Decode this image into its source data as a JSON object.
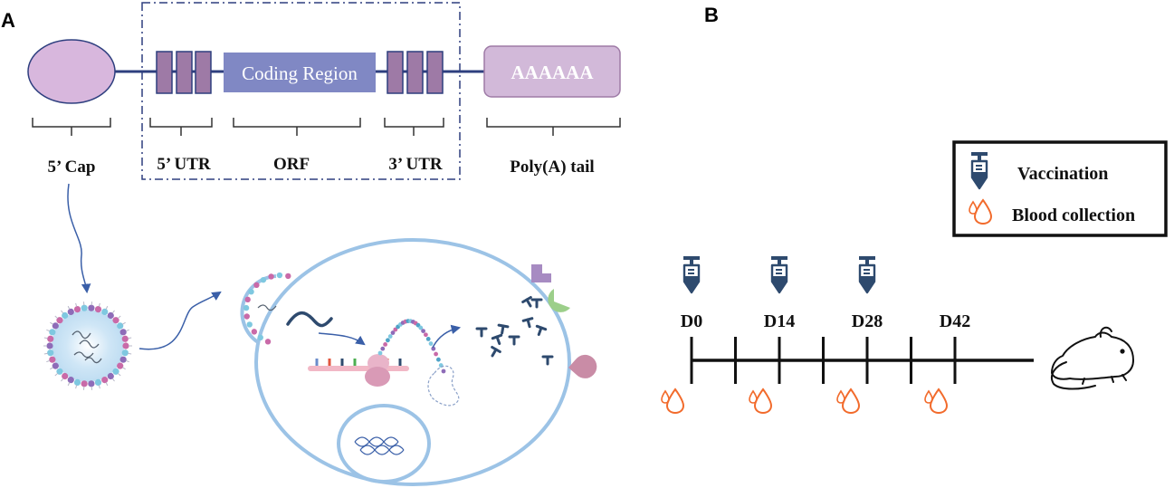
{
  "panels": {
    "a": "A",
    "b": "B"
  },
  "mrna": {
    "coding_region": "Coding Region",
    "poly_a_seq": "AAAAAA",
    "labels": [
      "5’ Cap",
      "5’ UTR",
      "ORF",
      "3’ UTR",
      "Poly(A) tail"
    ]
  },
  "legend": {
    "vaccination": "Vaccination",
    "blood_collection": "Blood collection"
  },
  "timeline": {
    "days": [
      "D0",
      "D14",
      "D28",
      "D42"
    ],
    "vaccination_days": [
      "D0",
      "D14",
      "D28"
    ],
    "blood_collection_days": [
      "D0",
      "D14",
      "D28",
      "D42"
    ]
  },
  "colors": {
    "cap_fill": "#D8B7DD",
    "utr_fill": "#9E7AA6",
    "coding_fill": "#8088C4",
    "polya_fill": "#D2B9D9",
    "backbone": "#2E3F7F",
    "cell": "#9CC3E6",
    "syringe": "#2E4A6E",
    "drop": "#F26B2C"
  }
}
